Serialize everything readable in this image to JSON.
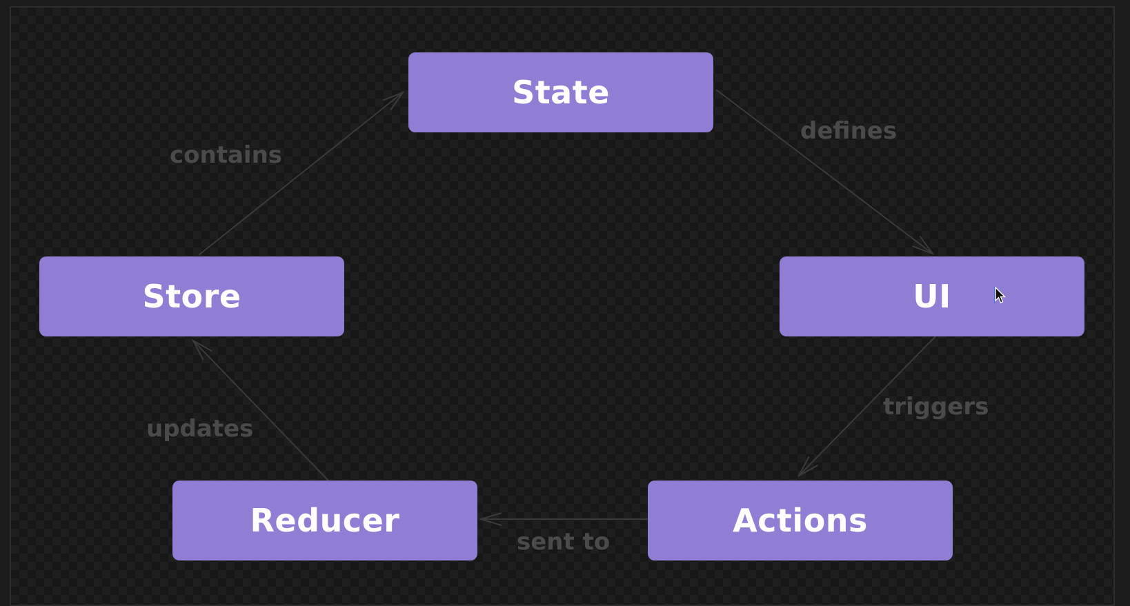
{
  "diagram": {
    "nodes": {
      "state": "State",
      "store": "Store",
      "ui": "UI",
      "reducer": "Reducer",
      "actions": "Actions"
    },
    "edges": [
      {
        "from": "Store",
        "to": "State",
        "label": "contains"
      },
      {
        "from": "State",
        "to": "UI",
        "label": "defines"
      },
      {
        "from": "UI",
        "to": "Actions",
        "label": "triggers"
      },
      {
        "from": "Actions",
        "to": "Reducer",
        "label": "sent to"
      },
      {
        "from": "Reducer",
        "to": "Store",
        "label": "updates"
      }
    ],
    "colors": {
      "node_fill": "#8f7ed4",
      "node_text": "#ffffff",
      "edge": "#3a3a3a",
      "edge_label": "#4a4a4a",
      "background": "#171717"
    }
  },
  "cursor": {
    "icon": "mouse-pointer-icon"
  }
}
